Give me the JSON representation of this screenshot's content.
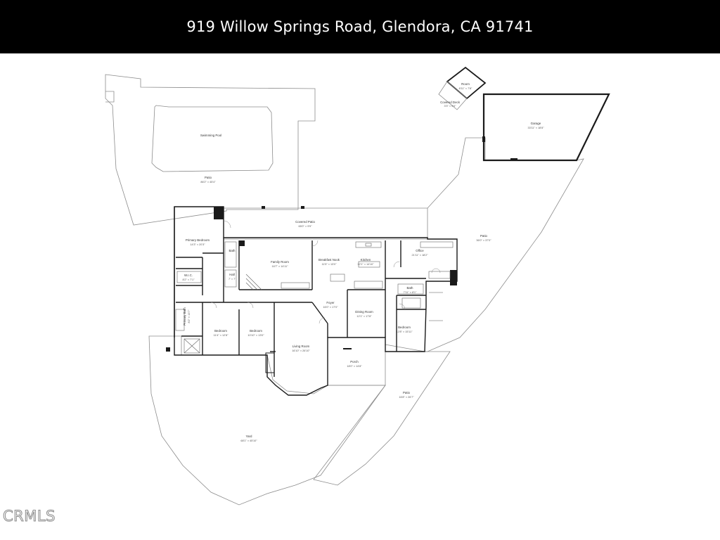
{
  "header": {
    "title": "919 Willow Springs Road, Glendora, CA 91741"
  },
  "watermark": {
    "text": "CRMLS"
  },
  "colors": {
    "header_bg": "#000000",
    "header_text": "#ffffff",
    "wall": "#1a1a1a",
    "outline": "#8c8c8c"
  },
  "rooms": [
    {
      "id": "swimming-pool",
      "name": "Swimming Pool",
      "dims": ""
    },
    {
      "id": "patio-north",
      "name": "Patio",
      "dims": "86'2\" × 45'4\""
    },
    {
      "id": "room",
      "name": "Room",
      "dims": "8'11\" × 7'8\""
    },
    {
      "id": "covered-deck",
      "name": "Covered Deck",
      "dims": "3'3\" × 9'0\""
    },
    {
      "id": "garage",
      "name": "Garage",
      "dims": "33'11\" × 18'8\""
    },
    {
      "id": "covered-patio",
      "name": "Covered Patio",
      "dims": "65'0\" × 9'9\""
    },
    {
      "id": "patio-east",
      "name": "Patio",
      "dims": "36'0\" × 37'0\""
    },
    {
      "id": "primary-bedroom",
      "name": "Primary Bedroom",
      "dims": "14'3\" × 20'3\""
    },
    {
      "id": "family-room",
      "name": "Family Room",
      "dims": "16'7\" × 14'11\""
    },
    {
      "id": "breakfast-nook",
      "name": "Breakfast Nook",
      "dims": "11'5\" × 13'0\""
    },
    {
      "id": "kitchen",
      "name": "Kitchen",
      "dims": "12'1\" × 14'10\""
    },
    {
      "id": "office",
      "name": "Office",
      "dims": "21'11\" × 18'2\""
    },
    {
      "id": "wic",
      "name": "W.I.C.",
      "dims": "8'2\" × 7'1\""
    },
    {
      "id": "hall",
      "name": "Hall",
      "dims": "7' × 7'"
    },
    {
      "id": "bath-small",
      "name": "Bath",
      "dims": ""
    },
    {
      "id": "bath-east",
      "name": "Bath",
      "dims": "7'11\" × 8'1\""
    },
    {
      "id": "foyer",
      "name": "Foyer",
      "dims": "16'0\" × 17'0\""
    },
    {
      "id": "dining-room",
      "name": "Dining Room",
      "dims": "12'1\" × 17'8\""
    },
    {
      "id": "primary-bath",
      "name": "Primary Bath",
      "dims": "8'2\" × 10'7\""
    },
    {
      "id": "bedroom-1",
      "name": "Bedroom",
      "dims": "11'4\" × 12'8\""
    },
    {
      "id": "bedroom-2",
      "name": "Bedroom",
      "dims": "10'10\" × 13'0\""
    },
    {
      "id": "bedroom-3",
      "name": "Bedroom",
      "dims": "12'8\" × 15'11\""
    },
    {
      "id": "living-room",
      "name": "Living Room",
      "dims": "16'10\" × 26'10\""
    },
    {
      "id": "porch",
      "name": "Porch",
      "dims": "18'0\" × 14'8\""
    },
    {
      "id": "patio-south",
      "name": "Patio",
      "dims": "16'8\" × 26'7\""
    },
    {
      "id": "yard",
      "name": "Yard",
      "dims": "68'1\" × 45'10\""
    }
  ]
}
